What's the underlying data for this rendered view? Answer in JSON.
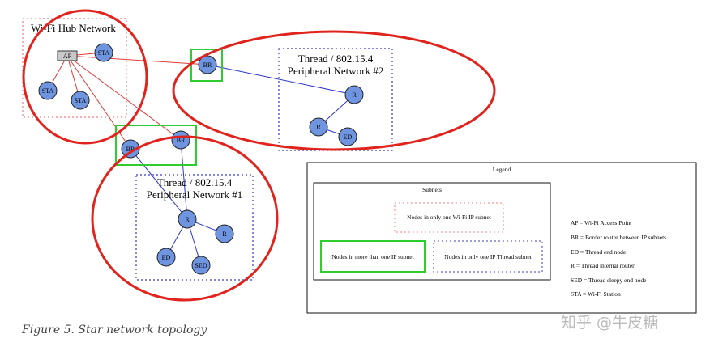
{
  "regions": {
    "wifi": {
      "title": "Wi-Fi Hub Network"
    },
    "thread2": {
      "title_line1": "Thread / 802.15.4",
      "title_line2": "Peripheral Network #2"
    },
    "thread1": {
      "title_line1": "Thread / 802.15.4",
      "title_line2": "Peripheral Network #1"
    }
  },
  "nodes": {
    "ap": "AP",
    "sta1": "STA",
    "sta2": "STA",
    "sta3": "STA",
    "br_top": "BR",
    "r_top": "R",
    "r_mid": "R",
    "ed_top": "ED",
    "br_left": "BR",
    "br_right": "BR",
    "r_main": "R",
    "r_small": "R",
    "ed_bottom": "ED",
    "sed": "SED"
  },
  "legend": {
    "title": "Legend",
    "subnets_title": "Subnets",
    "wifi_only": "Nodes in only one Wi-Fi IP subnet",
    "multi_subnet": "Nodes in more than one IP subnet",
    "thread_only": "Nodes in only one IP Thread subnet",
    "abbreviations": [
      "AP = Wi-Fi Access Point",
      "BR = Border router between IP subnets",
      "ED = Thread end node",
      "R = Thread internal router",
      "SED = Thread sleepy end node",
      "STA = Wi-Fi Station"
    ]
  },
  "caption": "Figure 5. Star network topology",
  "watermark": "知乎 @牛皮糖",
  "colors": {
    "node_fill": "#6f95e0",
    "wifi_edge": "#e03a3a",
    "thread_edge": "#2f35c8",
    "highlight_circle": "#e0231d",
    "multi_subnet_box": "#2ecc2e",
    "wifi_dashed": "#f08080",
    "thread_dashed": "#3a3ad0"
  }
}
